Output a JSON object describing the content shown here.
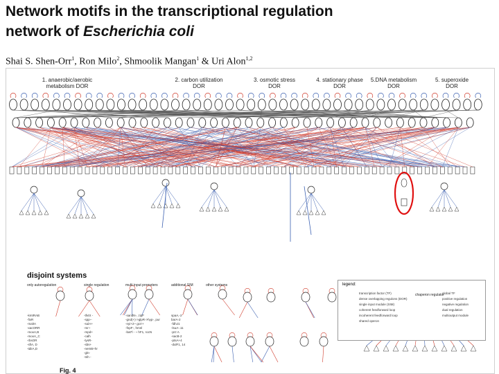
{
  "title": {
    "line1": "Network motifs in the transcriptional regulation",
    "line2_prefix": "network of ",
    "line2_italic": "Escherichia coli"
  },
  "authors": {
    "name1": "Shai S. Shen-Orr",
    "sup1": "1",
    "name2": ", Ron Milo",
    "sup2": "2",
    "name3": ", Shmoolik Mangan",
    "sup3": "1",
    "name4": " & Uri Alon",
    "sup4": "1,2"
  },
  "figure": {
    "dor_headers": [
      {
        "l1": "1. anaerobic/aerobic",
        "l2": "metabolism DOR"
      },
      {
        "l1": "2. carbon utilization",
        "l2": "DOR"
      },
      {
        "l1": "3. osmotic stress",
        "l2": "DOR"
      },
      {
        "l1": "4. stationary phase",
        "l2": "DOR"
      },
      {
        "l1": "5.DNA metabolism",
        "l2": "DOR"
      },
      {
        "l1": "5. superoxide",
        "l2": "DOR"
      }
    ],
    "legend": {
      "title": "legend:",
      "rows": [
        "transcription factor (TF)",
        "dense overlapping regulons (DOR)",
        "single input module (SIM)",
        "coherent feedforward loop",
        "incoherent feedforward loop",
        "shared operon",
        "global TF",
        "positive regulation",
        "negative regulation",
        "dual regulation",
        "multioutput module"
      ]
    },
    "disjoint_title": "disjoint systems",
    "subheaders": [
      "only autoregulation",
      "single regulation",
      "multi input promoters",
      "additional SIM",
      "other systems",
      "chaperon regulator"
    ],
    "fig_label": "Fig. 4",
    "gene_lists": [
      "-kmtRAB\n-fixR\n-malIA\n-xacORR\n-moxA,B\n-moxA_C\n-rbsOR\n-sfiA, D\n-tdiIA,D",
      "-tfvtX -\n-spp--\n-sulA+\n-mr~\n-mpd+\n-calh\n-lysR-\n-sbs+\n-nemB+hr\n-gln-\n-trih -",
      "-sandN-, zipF\n-gnd(+)->glpR->hyp-, pur\n-nyi+2~ gcrr+\n-fnpF-, hmnl\n-bat*l - ~ hF1, rocN",
      "spaA,-2\nbarA-2\n-fdhJ1\n-lsuA-.11\n-prz A\n-sacB-2\n-ptsA+4\n-dulF1, 14"
    ]
  },
  "colors": {
    "positive": "#d03a2a",
    "negative": "#3a5fb0",
    "highlight": "#e01010"
  }
}
